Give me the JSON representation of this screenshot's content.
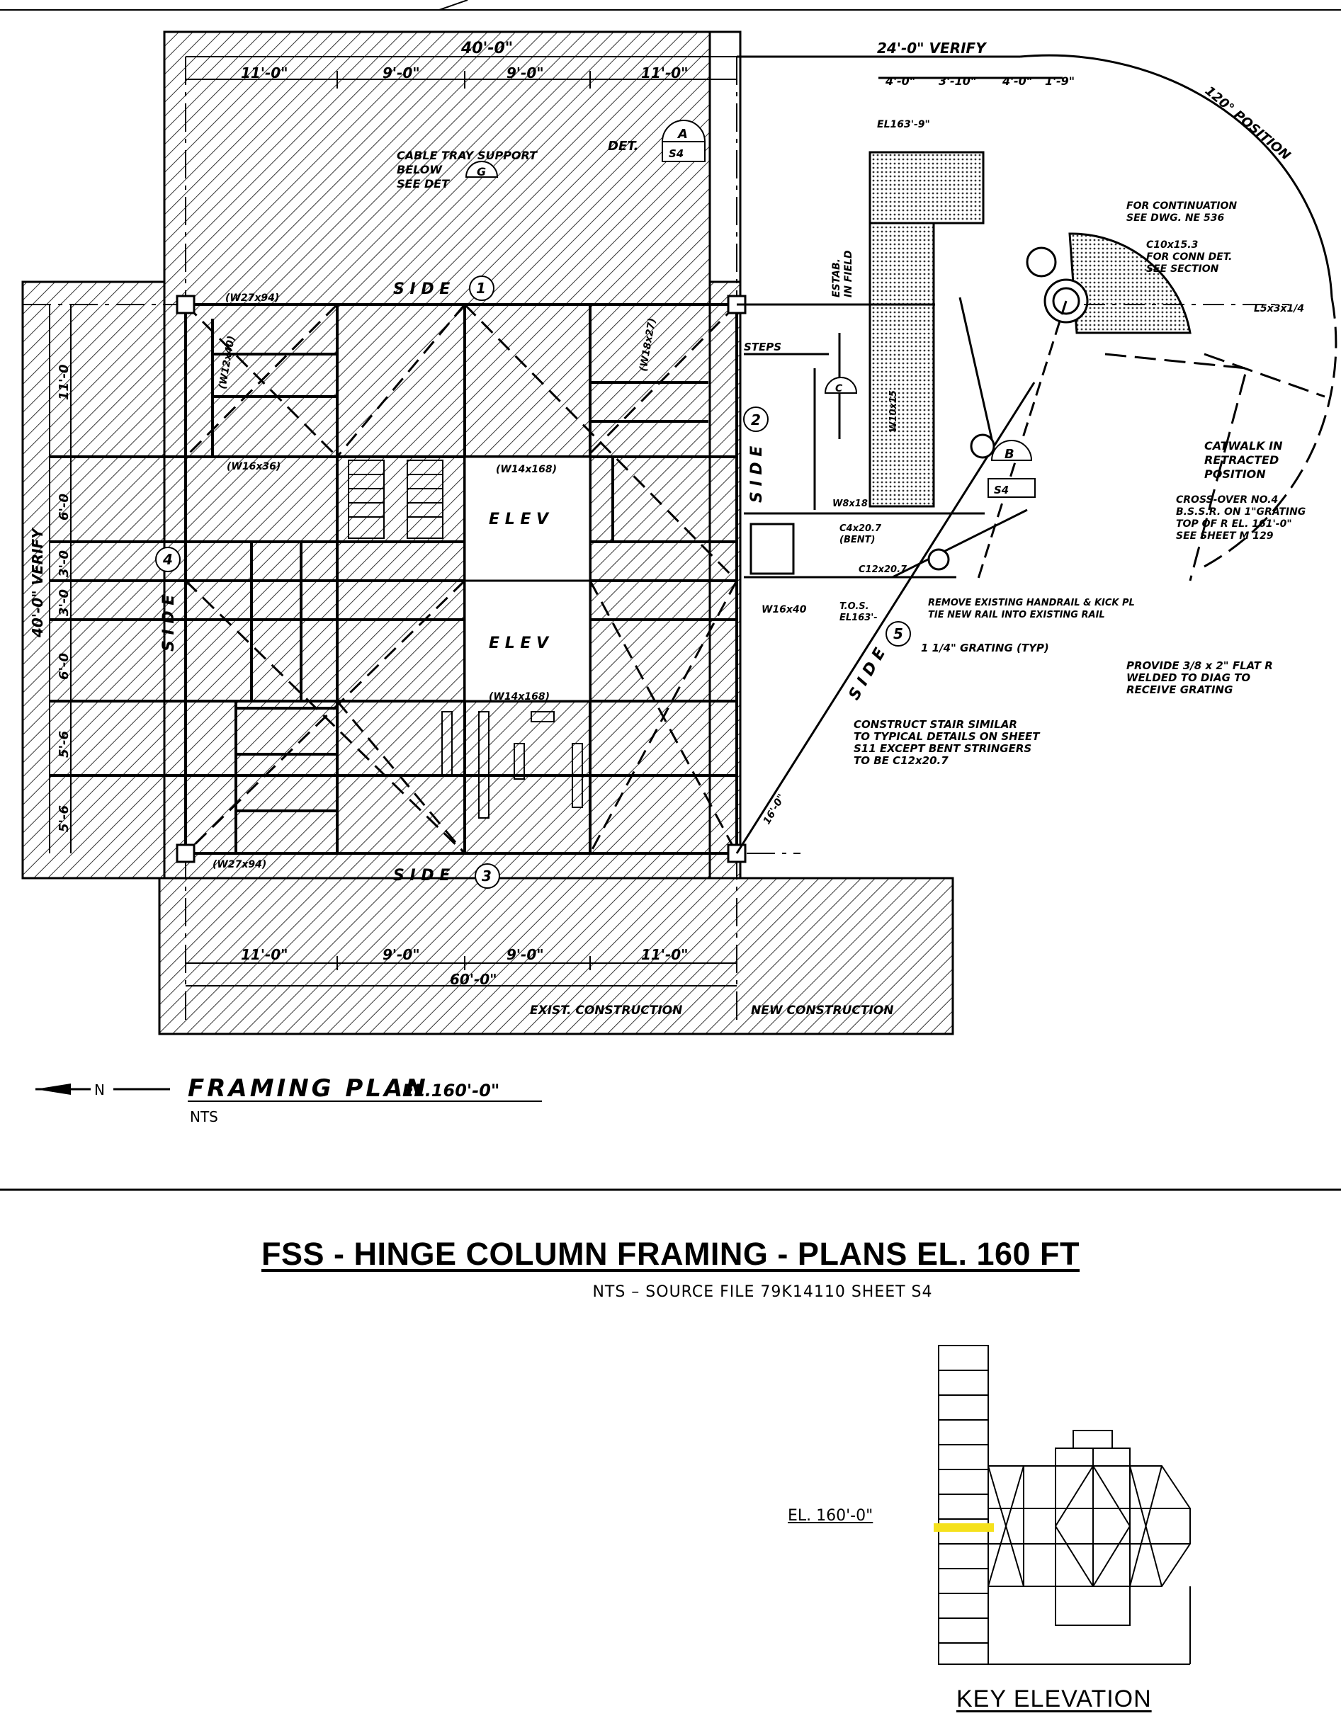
{
  "plan": {
    "overall_top": "40'-0\"",
    "bays_top": [
      "11'-0\"",
      "9'-0\"",
      "9'-0\"",
      "11'-0\""
    ],
    "overall_bottom": "60'-0\"",
    "bays_bottom": [
      "11'-0\"",
      "9'-0\"",
      "9'-0\"",
      "11'-0\""
    ],
    "overall_left": "40'-0\" VERIFY",
    "bays_left": [
      "11'-0",
      "6'-0",
      "3'-0",
      "3'-0",
      "6'-0",
      "5'-6",
      "5'-6"
    ],
    "side_1": "S I D E",
    "side_1_num": "1",
    "side_2": "S I D E",
    "side_2_num": "2",
    "side_3": "S I D E",
    "side_3_num": "3",
    "side_4": "S I D E",
    "side_4_num": "4",
    "side_5": "S I D E",
    "side_5_num": "5",
    "elev_1": "E L E V",
    "elev_2": "E L E V",
    "cable_tray": [
      "CABLE TRAY SUPPORT",
      "BELOW",
      "SEE DET"
    ],
    "det_a_label": "DET.",
    "det_a": "A",
    "det_b": "B",
    "det_c": "C",
    "det_g": "G",
    "det_sheet": "S4",
    "member_w27": "(W27x94)",
    "member_w16_36": "(W16x36)",
    "member_w12": "(W12x40)",
    "member_w14": "(W14x168)",
    "member_w18": "(W18x27)",
    "ext_construction": "EXIST. CONSTRUCTION",
    "new_construction": "NEW CONSTRUCTION",
    "top_right_dim": "24'-0\" VERIFY",
    "top_right_bays": [
      "4'-0\"",
      "3'-10\"",
      "4'-0\"",
      "1'-9\""
    ],
    "el_163": "EL163'-9\"",
    "position_120": "120° POSITION",
    "continuation": [
      "FOR CONTINUATION",
      "SEE DWG. NE 536"
    ],
    "c10": [
      "C10x15.3",
      "FOR CONN DET.",
      "SEE SECTION"
    ],
    "l5": "L5x3x1/4",
    "catwalk": [
      "CATWALK IN",
      "RETRACTED",
      "POSITION"
    ],
    "crossover": [
      "CROSS-OVER NO.4",
      "B.S.S.R. ON 1\"GRATING",
      "TOP OF R EL. 161'-0\"",
      "SEE SHEET M 129"
    ],
    "remove_rail": [
      "REMOVE EXISTING HANDRAIL & KICK PL",
      "TIE NEW RAIL INTO EXISTING RAIL"
    ],
    "grating": "1 1/4\" GRATING (TYP)",
    "provide": [
      "PROVIDE 3/8 x 2\" FLAT R",
      "WELDED TO DIAG TO",
      "RECEIVE GRATING"
    ],
    "construct": [
      "CONSTRUCT STAIR SIMILAR",
      "TO TYPICAL DETAILS ON SHEET",
      "S11 EXCEPT BENT STRINGERS",
      "TO BE C12x20.7"
    ],
    "estab": [
      "ESTAB.",
      "IN FIELD"
    ],
    "steps": "STEPS",
    "w16x40": "W16x40",
    "tos": [
      "T.O.S.",
      "EL163'-"
    ],
    "c12": "C12x20.7",
    "c4": [
      "C4x20.7",
      "(BENT)"
    ],
    "w10": "W10x15",
    "w8": "W8x18",
    "dim_16": "16'-0\"",
    "plan_title": "FRAMING  PLAN",
    "plan_el": "EL.160'-0\"",
    "plan_scale": "NTS",
    "north": "N"
  },
  "title": "FSS - HINGE COLUMN FRAMING - PLANS EL. 160 FT",
  "subtitle": "NTS  –  SOURCE FILE 79K14110 SHEET S4",
  "key": {
    "title": "KEY ELEVATION",
    "el_label": "EL. 160'-0\"",
    "highlight_color": "#f5e11c"
  }
}
